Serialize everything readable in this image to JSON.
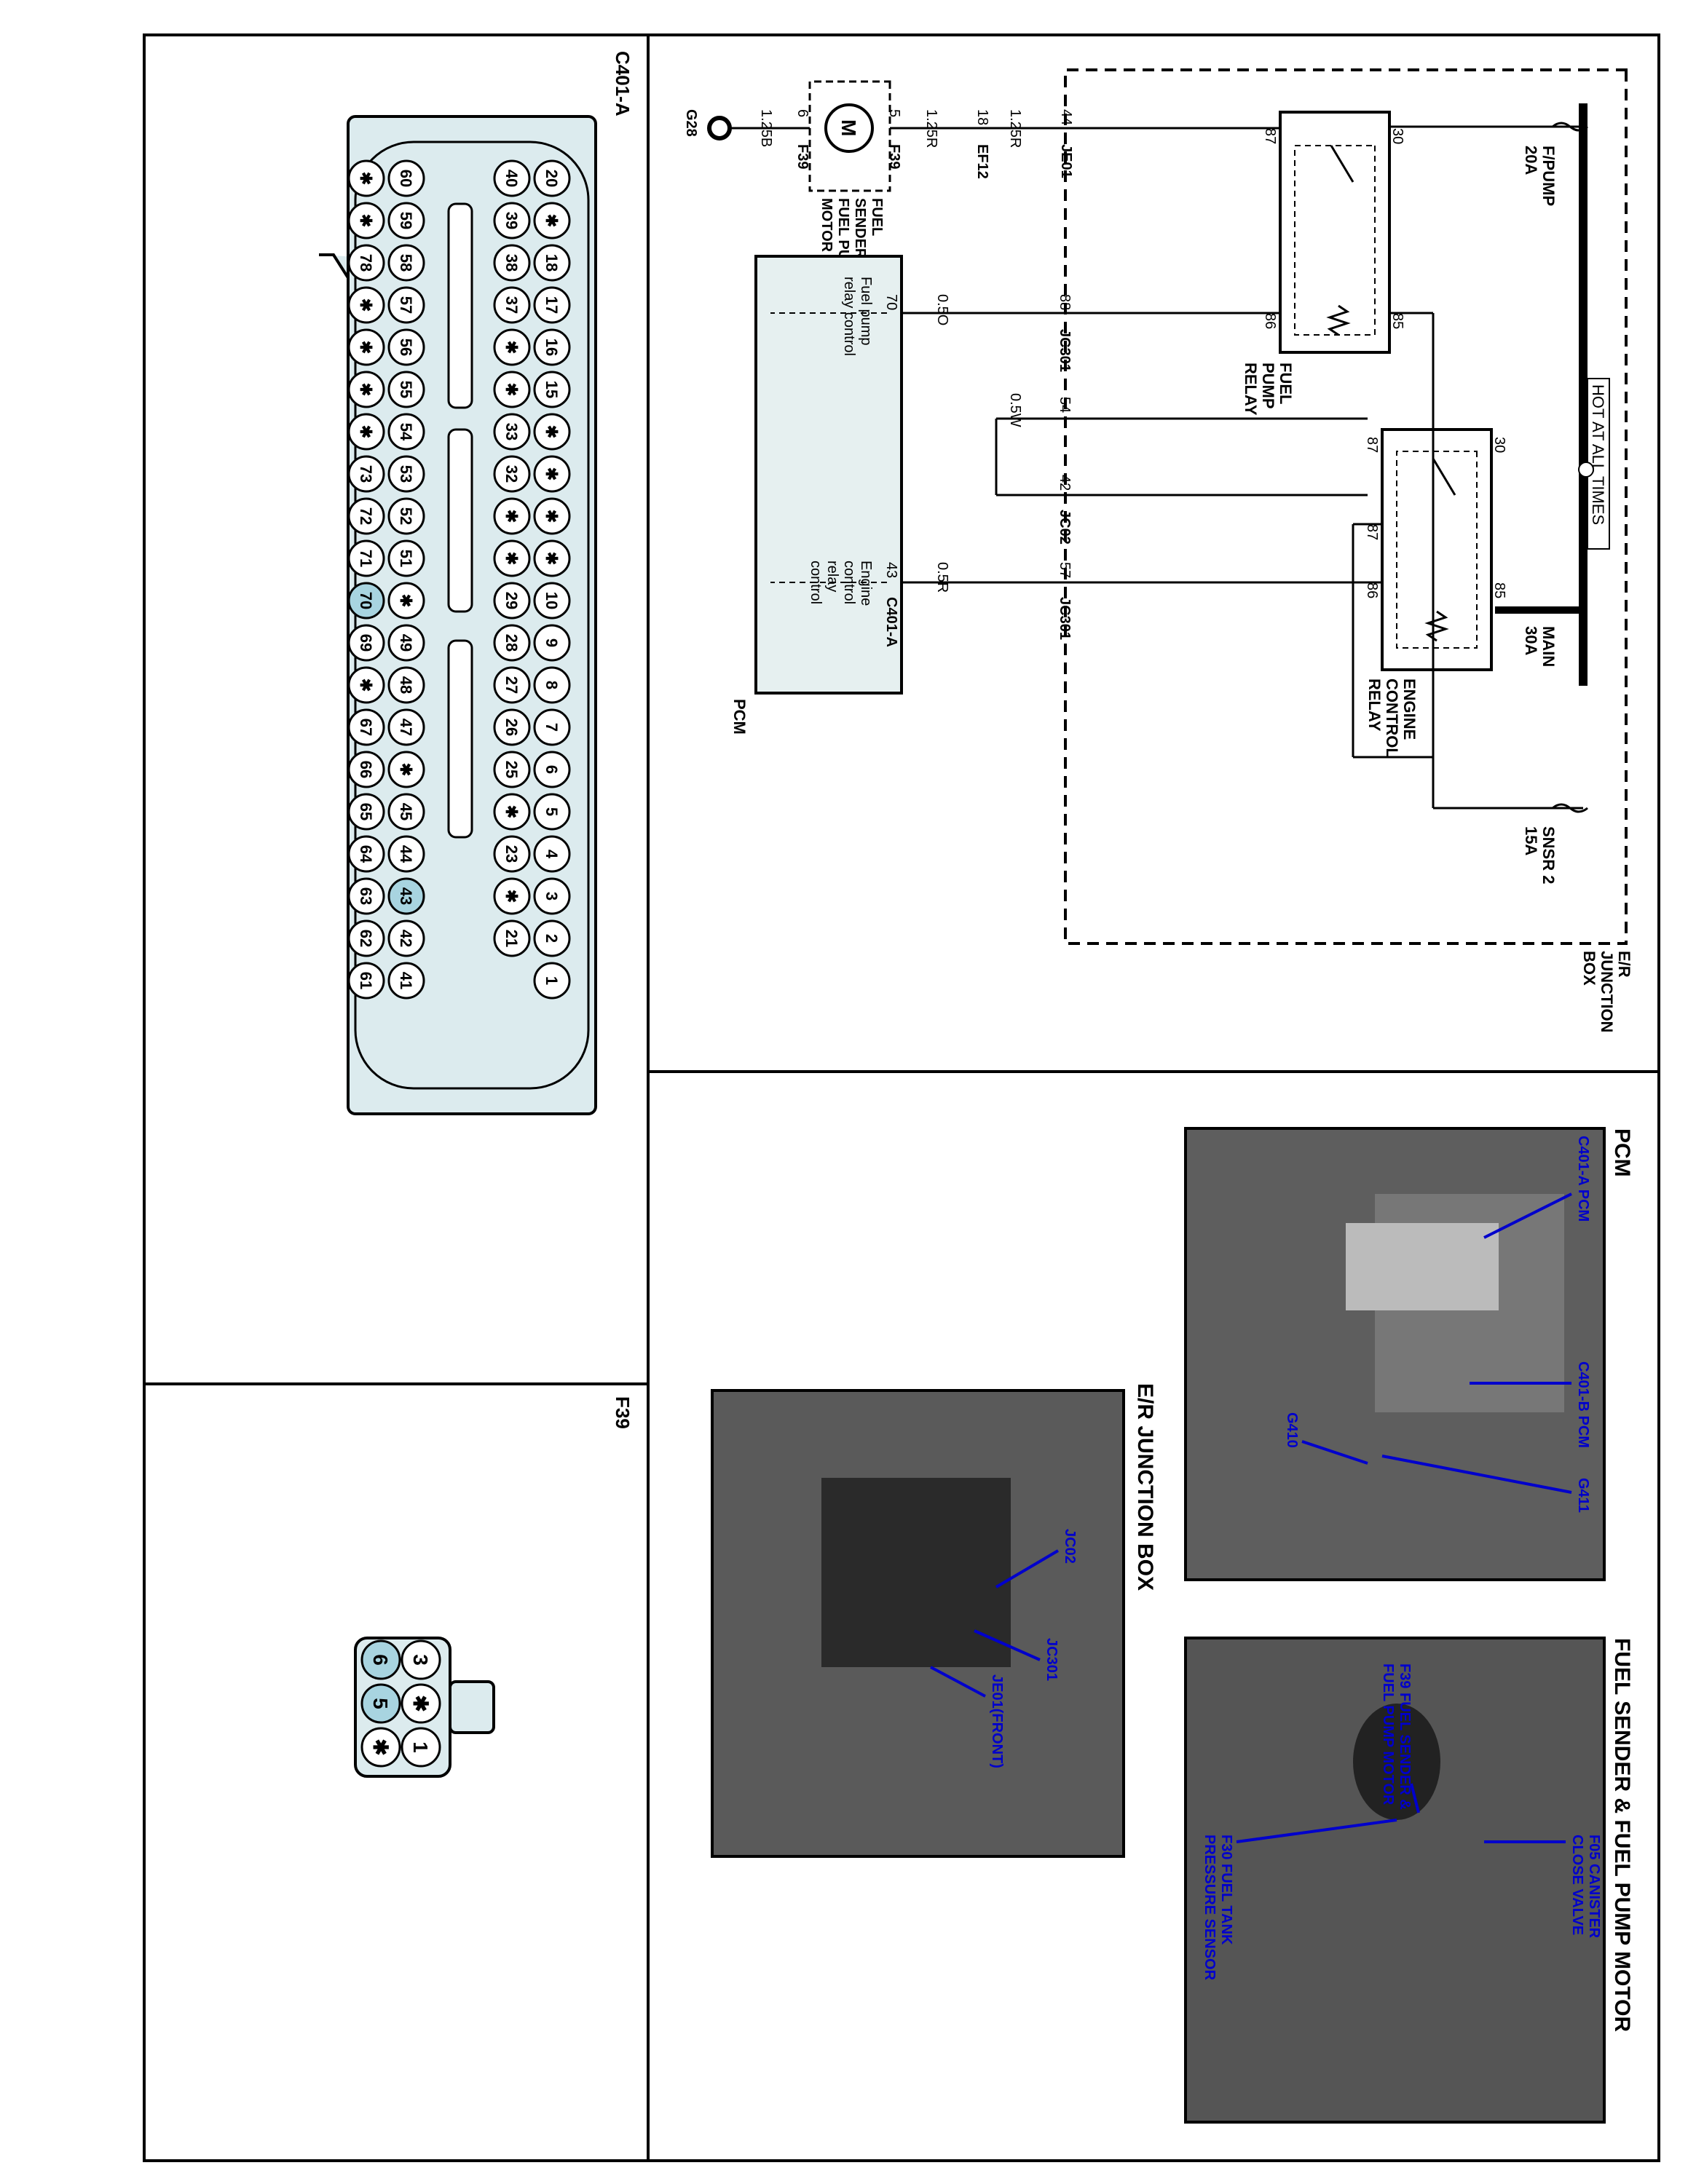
{
  "panels": {
    "c401a_title": "C401-A",
    "f39_title": "F39",
    "pcm_photo_title": "PCM",
    "fuel_photo_title": "FUEL SENDER & FUEL PUMP MOTOR",
    "er_photo_title": "E/R JUNCTION BOX"
  },
  "schematic": {
    "hot_at_all_times": "HOT AT ALL TIMES",
    "er_junction_box": [
      "E/R",
      "JUNCTION",
      "BOX"
    ],
    "fuse_fpump": [
      "F/PUMP",
      "20A"
    ],
    "fuse_main": [
      "MAIN",
      "30A"
    ],
    "fuse_snsr": [
      "SNSR  2",
      "15A"
    ],
    "fuel_pump_relay": [
      "FUEL",
      "PUMP",
      "RELAY"
    ],
    "engine_control_relay": [
      "ENGINE",
      "CONTROL",
      "RELAY"
    ],
    "pins": {
      "fp30": "30",
      "fp87": "87",
      "fp85": "85",
      "fp86": "86",
      "ec30": "30",
      "ec87a": "87",
      "ec87b": "87",
      "ec85": "85",
      "ec86": "86"
    },
    "je01": {
      "pin": "44",
      "name": "JE01"
    },
    "jc301_top": {
      "pin": "88",
      "name": "JC301"
    },
    "jc02": {
      "pin_54": "54",
      "pin_42": "42",
      "name": "JC02"
    },
    "jc301_bottom": {
      "pin": "57",
      "name": "JC301"
    },
    "wires": {
      "w1": "1.25R",
      "w2": "1.25R",
      "w3": "1.25B",
      "w4": "0.5O",
      "w5": "0.5W",
      "w6": "0.5R"
    },
    "ef12": {
      "pin": "18",
      "name": "EF12"
    },
    "f39_top": {
      "pin": "5",
      "name": "F39"
    },
    "f39_bottom": {
      "pin": "6",
      "name": "F39"
    },
    "motor_symbol": "M",
    "motor_label": [
      "FUEL",
      "SENDER &",
      "FUEL PUMP",
      "MOTOR"
    ],
    "ground": "G28",
    "pcm_pin70": "70",
    "pcm_pin43": "43",
    "pcm_text1": [
      "Fuel pump",
      "relay control"
    ],
    "pcm_text2": [
      "Engine",
      "control",
      "relay",
      "control"
    ],
    "pcm_connector": "C401-A",
    "pcm_label": "PCM"
  },
  "connector_c401a": {
    "row1": [
      "20",
      "✱",
      "18",
      "17",
      "16",
      "15",
      "✱",
      "✱",
      "✱",
      "✱",
      "10",
      "9",
      "8",
      "7",
      "6",
      "5",
      "4",
      "3",
      "2",
      "1"
    ],
    "row2": [
      "40",
      "39",
      "38",
      "37",
      "✱",
      "✱",
      "33",
      "32",
      "✱",
      "✱",
      "29",
      "28",
      "27",
      "26",
      "25",
      "✱",
      "23",
      "✱",
      "21"
    ],
    "row3": [
      "60",
      "59",
      "58",
      "57",
      "56",
      "55",
      "54",
      "53",
      "52",
      "51",
      "✱",
      "49",
      "48",
      "47",
      "✱",
      "45",
      "44",
      "43",
      "42",
      "41"
    ],
    "row4": [
      "✱",
      "✱",
      "78",
      "✱",
      "✱",
      "✱",
      "✱",
      "73",
      "72",
      "71",
      "70",
      "69",
      "✱",
      "67",
      "66",
      "65",
      "64",
      "63",
      "62",
      "61"
    ],
    "highlight": [
      "70",
      "43"
    ]
  },
  "connector_f39": {
    "cells": [
      "3",
      "6",
      "✱",
      "5",
      "1",
      "✱"
    ],
    "highlight": [
      "6",
      "5"
    ]
  },
  "photo_labels": {
    "pcm": [
      "C401-A PCM",
      "C401-B PCM",
      "G410",
      "G411"
    ],
    "fuel": [
      "F05 CANISTER",
      "CLOSE VALVE",
      "F39 FUEL SENDER &",
      "FUEL PUMP MOTOR",
      "F30 FUEL TANK",
      "PRESSURE SENSOR"
    ],
    "er": [
      "JC02",
      "JC301",
      "JE01(FRONT)"
    ]
  },
  "colors": {
    "accent_blue": "#0000cc",
    "pin_highlight": "#a8d4e0",
    "connector_fill": "#dcebee",
    "box_fill": "#e6f0f0"
  }
}
